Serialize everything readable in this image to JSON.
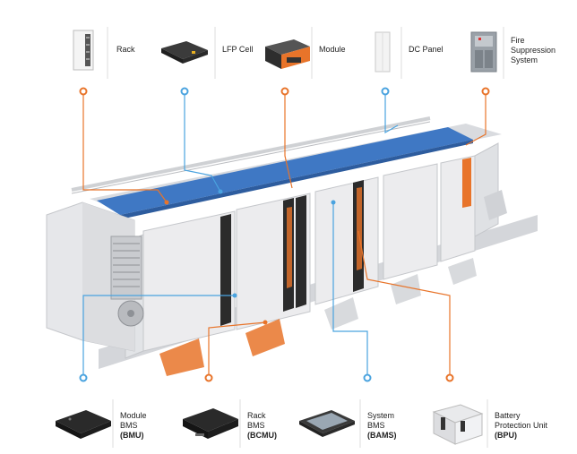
{
  "top_components": [
    {
      "id": "rack",
      "label": "Rack",
      "accent": "#4aa3df"
    },
    {
      "id": "cell",
      "label": "LFP Cell",
      "accent": "#4aa3df"
    },
    {
      "id": "module",
      "label": "Module",
      "accent": "#e8742a"
    },
    {
      "id": "dc",
      "label": "DC Panel",
      "accent": "#4aa3df"
    },
    {
      "id": "fire",
      "label": "Fire\nSuppression\nSystem",
      "accent": "#e8742a"
    }
  ],
  "bottom_components": [
    {
      "id": "bmu",
      "label": "Module\nBMS\n(BMU)",
      "bold": "(BMU)"
    },
    {
      "id": "bcmu",
      "label": "Rack\nBMS\n(BCMU)",
      "bold": "(BCMU)"
    },
    {
      "id": "bams",
      "label": "System\nBMS\n(BAMS)",
      "bold": "(BAMS)"
    },
    {
      "id": "bpu",
      "label": "Battery\nProtection Unit\n(BPU)",
      "bold": "(BPU)"
    }
  ],
  "colors": {
    "orange": "#e8742a",
    "blue": "#4aa3df",
    "roof": "#3f78c4",
    "container": "#e9eaec",
    "container_dark": "#c9cbcf"
  },
  "icons": [
    "rack-icon",
    "lfp-cell-icon",
    "module-icon",
    "dc-panel-icon",
    "fire-suppression-icon",
    "bmu-icon",
    "bcmu-icon",
    "bams-icon",
    "bpu-icon"
  ]
}
